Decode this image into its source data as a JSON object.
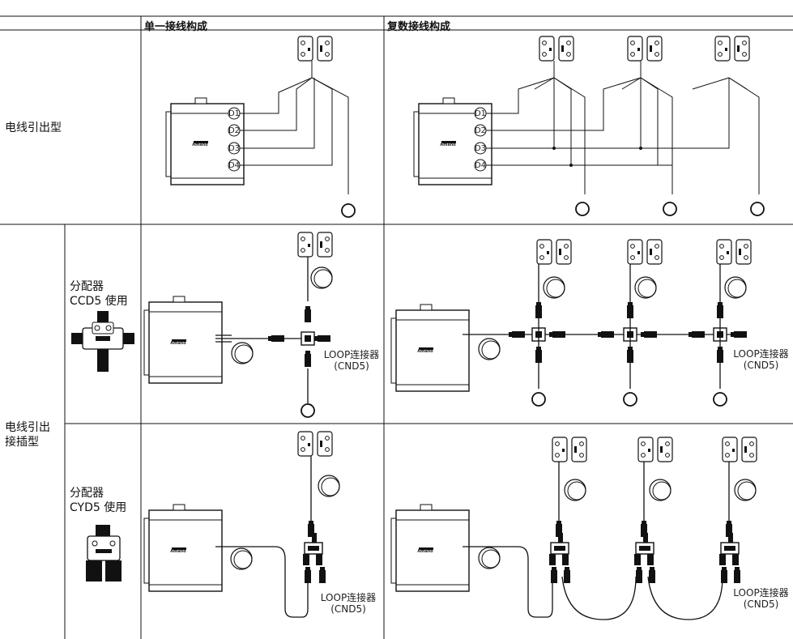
{
  "header": {
    "single": "单一接线构成",
    "multiple": "复数接线构成"
  },
  "rows": {
    "lead_wire": "电线引出型",
    "lead_connector": "电线引出\n接插型"
  },
  "distributors": {
    "ccd5": {
      "line1": "分配器",
      "line2": "CCD5 使用"
    },
    "cyd5": {
      "line1": "分配器",
      "line2": "CYD5 使用"
    }
  },
  "terminals": [
    "D1",
    "D2",
    "D3",
    "D4"
  ],
  "loop_connector": {
    "line1": "LOOP连接器",
    "line2": "(CND5)"
  },
  "controller_logo": "Amano"
}
